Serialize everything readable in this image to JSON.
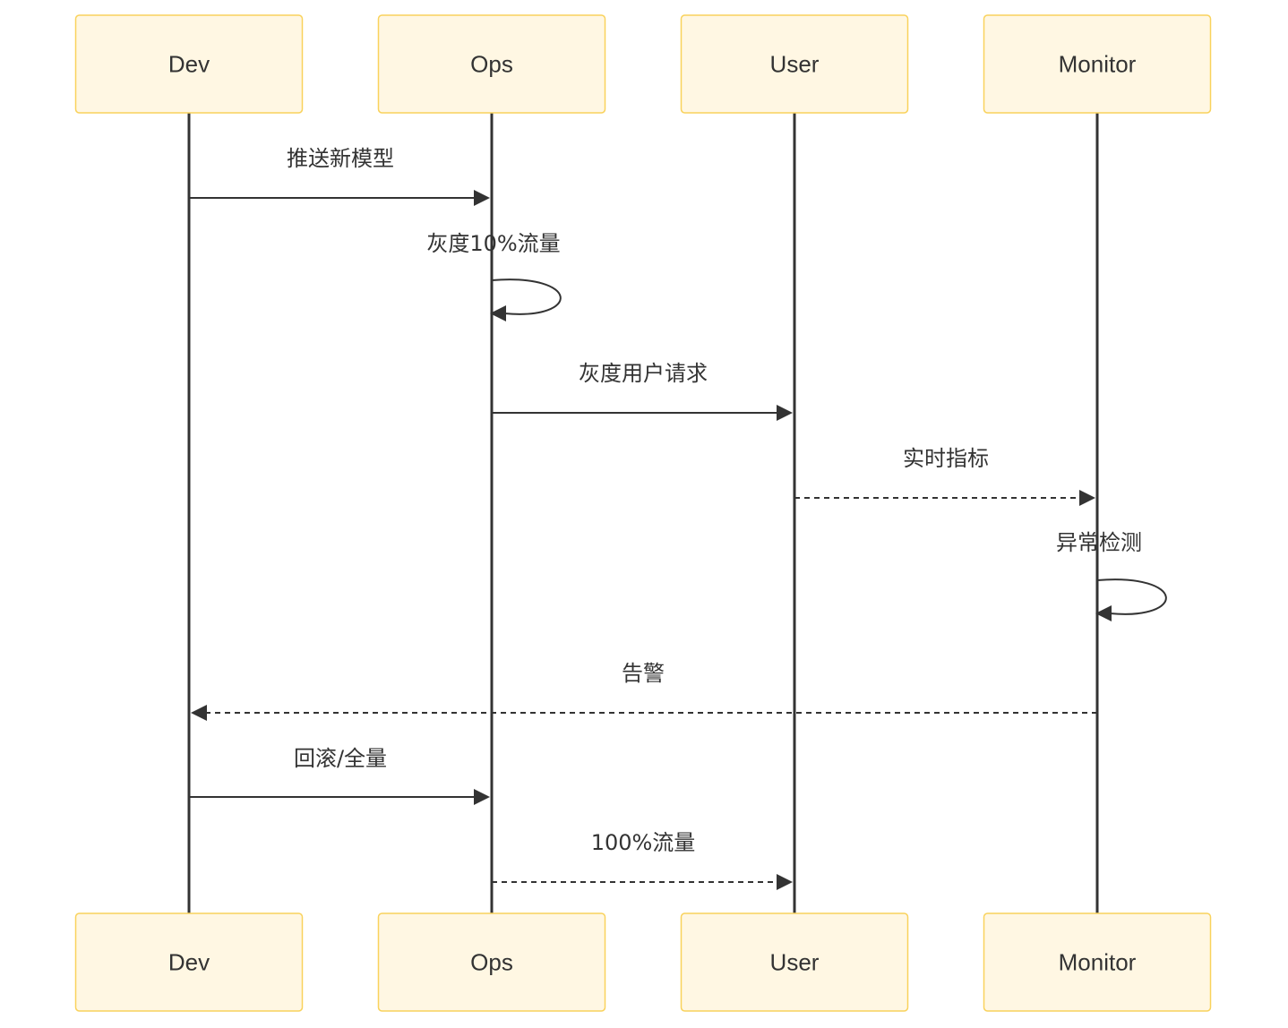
{
  "diagram": {
    "type": "sequence",
    "colors": {
      "actor_fill": "#FFF7E3",
      "actor_border": "#F9D25C",
      "line": "#333333",
      "text": "#333333"
    },
    "actors": [
      {
        "id": "dev",
        "label": "Dev"
      },
      {
        "id": "ops",
        "label": "Ops"
      },
      {
        "id": "user",
        "label": "User"
      },
      {
        "id": "monitor",
        "label": "Monitor"
      }
    ],
    "messages": [
      {
        "from": "dev",
        "to": "ops",
        "label": "推送新模型",
        "style": "solid"
      },
      {
        "from": "ops",
        "to": "ops",
        "label": "灰度10%流量",
        "style": "solid"
      },
      {
        "from": "ops",
        "to": "user",
        "label": "灰度用户请求",
        "style": "solid"
      },
      {
        "from": "user",
        "to": "monitor",
        "label": "实时指标",
        "style": "dashed"
      },
      {
        "from": "monitor",
        "to": "monitor",
        "label": "异常检测",
        "style": "solid"
      },
      {
        "from": "monitor",
        "to": "dev",
        "label": "告警",
        "style": "dashed"
      },
      {
        "from": "dev",
        "to": "ops",
        "label": "回滚/全量",
        "style": "solid"
      },
      {
        "from": "ops",
        "to": "user",
        "label": "100%流量",
        "style": "dashed"
      }
    ]
  }
}
